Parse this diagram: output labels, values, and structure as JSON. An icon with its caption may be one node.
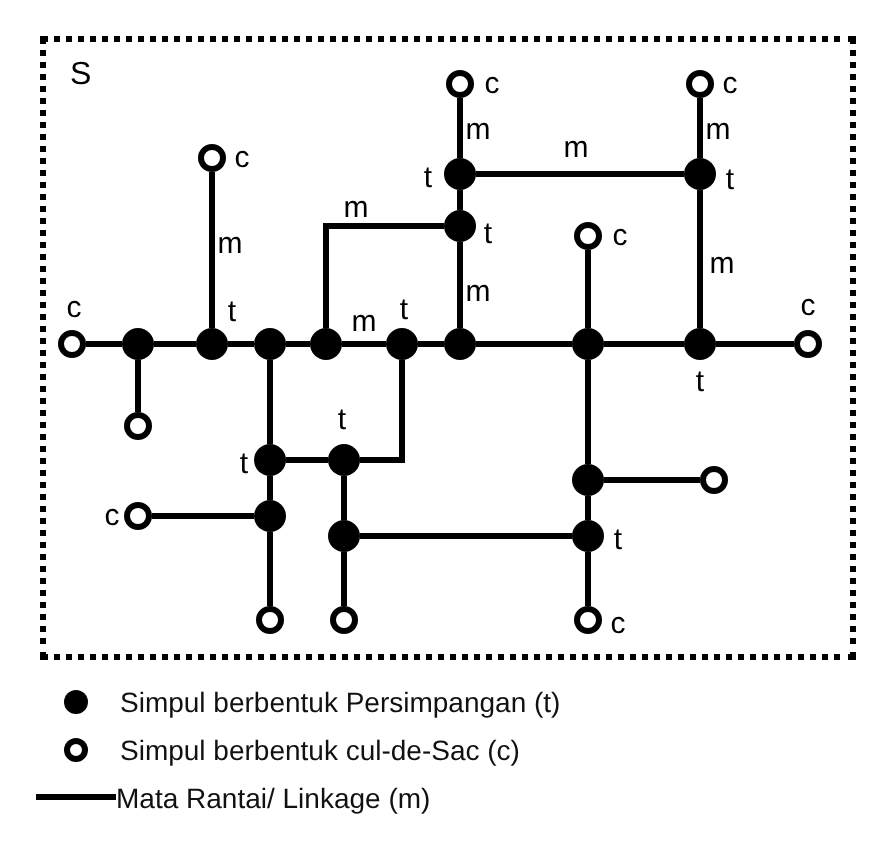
{
  "diagram": {
    "nodes": [
      {
        "text": [
          "S"
        ]
      },
      {
        "text": [],
        "shape": "circle",
        "in": 0,
        "beside": [
          "c"
        ]
      },
      {
        "text": [],
        "shape": "circle",
        "in": 0,
        "beside": [
          "c"
        ]
      },
      {
        "text": [],
        "shape": "circle",
        "in": 0,
        "beside": [
          "c"
        ]
      },
      {
        "text": [],
        "shape": "dot",
        "in": 0,
        "beside": [
          "t"
        ]
      },
      {
        "text": [],
        "shape": "dot",
        "in": 0,
        "beside": [
          "t"
        ]
      },
      {
        "text": [],
        "shape": "dot",
        "in": 0,
        "beside": [
          "t"
        ]
      },
      {
        "text": [],
        "shape": "circle",
        "in": 0,
        "beside": [
          "c"
        ]
      },
      {
        "text": [],
        "shape": "circle",
        "in": 0,
        "beside": [
          "c"
        ]
      },
      {
        "text": [],
        "shape": "dot",
        "in": 0
      },
      {
        "text": [],
        "shape": "dot",
        "in": 0,
        "beside": [
          "t"
        ]
      },
      {
        "text": [],
        "shape": "dot",
        "in": 0
      },
      {
        "text": [],
        "shape": "dot",
        "in": 0
      },
      {
        "text": [],
        "shape": "dot",
        "in": 0,
        "beside": [
          "t"
        ]
      },
      {
        "text": [],
        "shape": "dot",
        "in": 0
      },
      {
        "text": [],
        "shape": "dot",
        "in": 0
      },
      {
        "text": [],
        "shape": "dot",
        "in": 0,
        "beside": [
          "t"
        ]
      },
      {
        "text": [],
        "shape": "circle",
        "in": 0,
        "beside": [
          "c"
        ]
      },
      {
        "text": [],
        "shape": "circle",
        "in": 0
      },
      {
        "text": [],
        "shape": "dot",
        "in": 0,
        "beside": [
          "t"
        ]
      },
      {
        "text": [],
        "shape": "dot",
        "in": 0,
        "beside": [
          "t"
        ]
      },
      {
        "text": [],
        "shape": "dot",
        "in": 0
      },
      {
        "text": [],
        "shape": "circle",
        "in": 0
      },
      {
        "text": [],
        "shape": "circle",
        "in": 0,
        "beside": [
          "c"
        ]
      },
      {
        "text": [],
        "shape": "dot",
        "in": 0
      },
      {
        "text": [],
        "shape": "dot",
        "in": 0
      },
      {
        "text": [],
        "shape": "dot",
        "in": 0,
        "beside": [
          "t"
        ]
      },
      {
        "text": [],
        "shape": "circle",
        "in": 0
      },
      {
        "text": [],
        "shape": "circle",
        "in": 0
      },
      {
        "text": [],
        "shape": "circle",
        "in": 0,
        "beside": [
          "c"
        ]
      }
    ],
    "edges": [
      {
        "from": 1,
        "to": 4,
        "arrow": "none",
        "label": "m"
      },
      {
        "from": 4,
        "to": 6,
        "arrow": "none"
      },
      {
        "from": 4,
        "to": 5,
        "arrow": "none",
        "label": "m"
      },
      {
        "from": 2,
        "to": 5,
        "arrow": "none",
        "label": "m"
      },
      {
        "from": 5,
        "to": 16,
        "arrow": "none",
        "label": "m"
      },
      {
        "from": 6,
        "to": 14,
        "arrow": "none",
        "label": "m"
      },
      {
        "from": 6,
        "to": 12,
        "arrow": "none",
        "label": "m"
      },
      {
        "from": 3,
        "to": 10,
        "arrow": "none",
        "label": "m"
      },
      {
        "from": 7,
        "to": 15,
        "arrow": "none"
      },
      {
        "from": 8,
        "to": 9,
        "arrow": "none"
      },
      {
        "from": 9,
        "to": 10,
        "arrow": "none"
      },
      {
        "from": 10,
        "to": 11,
        "arrow": "none"
      },
      {
        "from": 11,
        "to": 12,
        "arrow": "none"
      },
      {
        "from": 12,
        "to": 13,
        "arrow": "none",
        "label": "m"
      },
      {
        "from": 13,
        "to": 14,
        "arrow": "none"
      },
      {
        "from": 14,
        "to": 15,
        "arrow": "none"
      },
      {
        "from": 15,
        "to": 16,
        "arrow": "none"
      },
      {
        "from": 16,
        "to": 17,
        "arrow": "none"
      },
      {
        "from": 9,
        "to": 18,
        "arrow": "none"
      },
      {
        "from": 11,
        "to": 19,
        "arrow": "none"
      },
      {
        "from": 19,
        "to": 20,
        "arrow": "none"
      },
      {
        "from": 13,
        "to": 20,
        "arrow": "none"
      },
      {
        "from": 19,
        "to": 24,
        "arrow": "none"
      },
      {
        "from": 23,
        "to": 24,
        "arrow": "none"
      },
      {
        "from": 24,
        "to": 27,
        "arrow": "none"
      },
      {
        "from": 20,
        "to": 25,
        "arrow": "none"
      },
      {
        "from": 25,
        "to": 28,
        "arrow": "none"
      },
      {
        "from": 25,
        "to": 26,
        "arrow": "none"
      },
      {
        "from": 15,
        "to": 21,
        "arrow": "none"
      },
      {
        "from": 21,
        "to": 22,
        "arrow": "none"
      },
      {
        "from": 21,
        "to": 26,
        "arrow": "none"
      },
      {
        "from": 26,
        "to": 29,
        "arrow": "none"
      }
    ],
    "legend": [
      {
        "text": "Simpul berbentuk Persimpangan (t)"
      },
      {
        "text": "Simpul berbentuk cul-de-Sac (c)"
      },
      {
        "text": "Mata Rantai/ Linkage (m)"
      }
    ]
  }
}
